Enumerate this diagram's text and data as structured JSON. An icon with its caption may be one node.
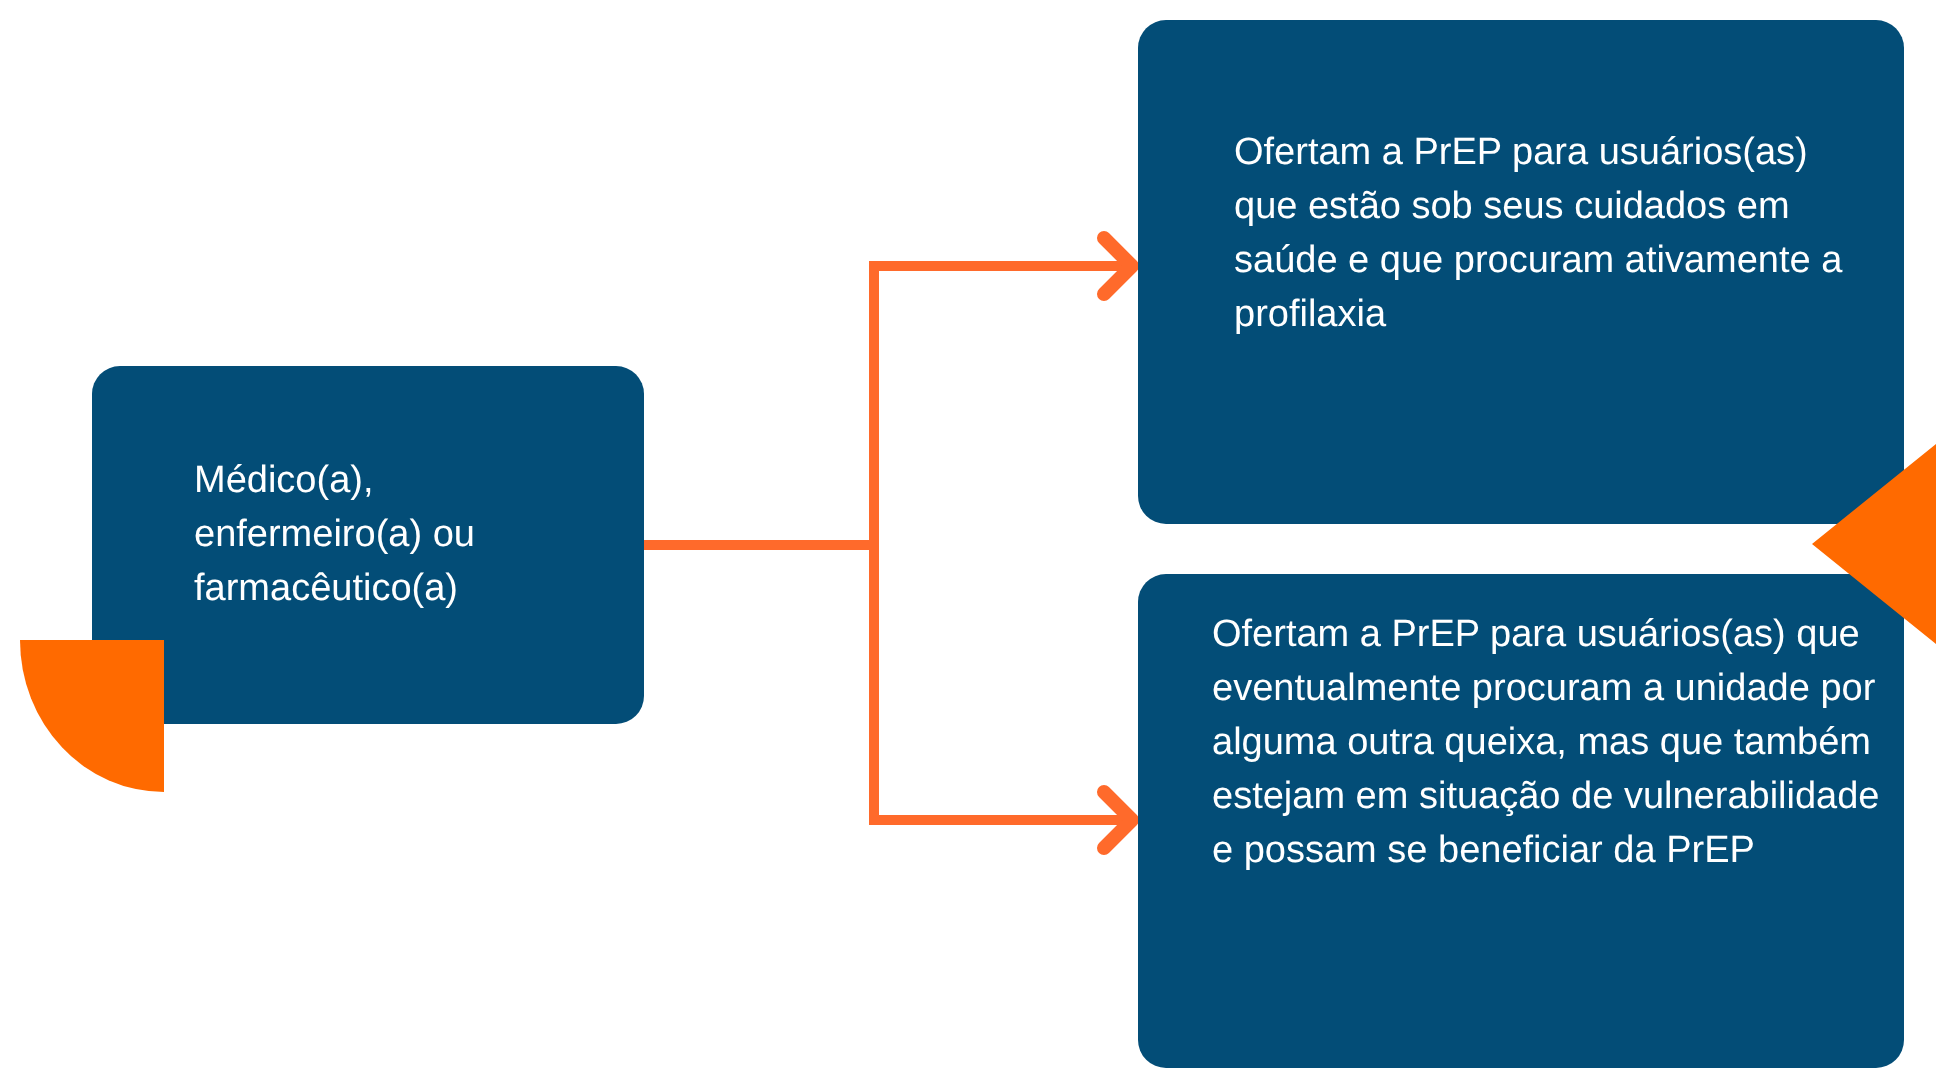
{
  "diagram": {
    "nodes": [
      {
        "text": [
          "Médico(a), enfermeiro(a) ou farmacêutico(a)"
        ]
      },
      {
        "text": [
          "Ofertam a PrEP para usuários(as) que estão sob seus cuidados em saúde e que procuram ativamente a profilaxia"
        ]
      },
      {
        "text": [
          "Ofertam a PrEP para usuários(as) que eventualmente procuram a unidade por alguma outra queixa, mas que também estejam em situação de vulnerabilidade e possam se beneficiar da PrEP"
        ]
      }
    ],
    "edges": [
      {
        "from": 0,
        "to": 1,
        "arrow": "to"
      },
      {
        "from": 0,
        "to": 2,
        "arrow": "to"
      }
    ]
  }
}
